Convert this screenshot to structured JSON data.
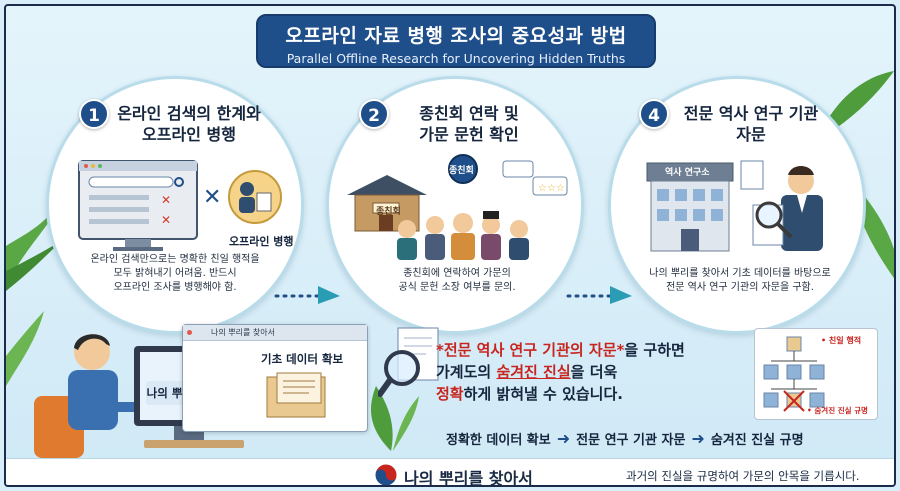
{
  "header": {
    "title": "오프라인 자료 병행 조사의 중요성과 방법",
    "subtitle": "Parallel Offline Research for Uncovering Hidden Truths"
  },
  "steps": [
    {
      "number": "1",
      "title_line1": "온라인 검색의 한계와",
      "title_line2": "오프라인 병행",
      "illus_label": "오프라인 병행",
      "desc_line1": "온라인 검색만으로는 명확한 친일 행적을",
      "desc_line2": "모두 밝혀내기 어려움. 반드시",
      "desc_line3": "오프라인 조사를 병행해야 함."
    },
    {
      "number": "2",
      "title_line1": "종친회 연락 및",
      "title_line2": "가문 문헌 확인",
      "building_label": "종친회",
      "seal_label": "종친회",
      "desc_line1": "종친회에 연락하여 가문의",
      "desc_line2": "공식 문헌 소장 여부를 문의."
    },
    {
      "number": "4",
      "title_line1": "전문 역사 연구 기관",
      "title_line2": "자문",
      "building_label": "역사 연구소",
      "desc_line1": "나의 뿌리를 찾아서 기초 데이터를 바탕으로",
      "desc_line2": "전문 역사 연구 기관의 자문을 구함."
    }
  ],
  "bottom": {
    "browser_title": "나의 뿌리를 찾아서",
    "screen_text": "나의 뿌리를 찾아서",
    "data_label": "기초 데이터 확보",
    "main_text": {
      "line1_highlight": "*전문 역사 연구 기관의 자문*",
      "line1_rest": "을 구하면",
      "line2_a": "가계도의 ",
      "line2_highlight": "숨겨진 진실",
      "line2_b": "을 더욱",
      "line3_highlight": "정확",
      "line3_rest": "하게 밝혀낼 수 있습니다."
    },
    "tree_label_top": "• 친일 행적",
    "tree_label_bottom": "• 숨겨진 진실 규명",
    "flow": [
      "정확한 데이터 확보",
      "전문 연구 기관 자문",
      "숨겨진 진실 규명"
    ]
  },
  "footer": {
    "logo_text": "나의 뿌리를 찾아서",
    "slogan": "과거의 진실을 규명하여 가문의 안목을 기릅시다."
  },
  "colors": {
    "navy": "#1f4f8a",
    "accent_red": "#c8251f",
    "teal_arrow": "#2a9db5",
    "leaf_green": "#4c9a3c"
  }
}
